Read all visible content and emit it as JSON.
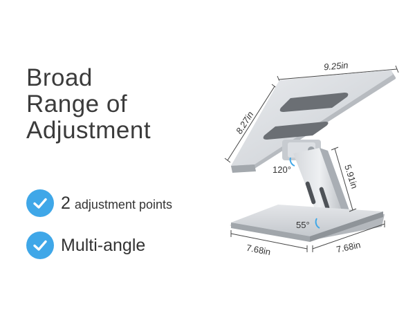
{
  "headline": {
    "line1": "Broad",
    "line2": "Range of",
    "line3": "Adjustment"
  },
  "features": [
    {
      "number": "2",
      "text": "adjustment points"
    },
    {
      "text": "Multi-angle"
    }
  ],
  "dimensions": {
    "top_width": "9.25in",
    "depth": "8.27in",
    "arm_height": "5.91in",
    "base_left": "7.68in",
    "base_right": "7.68in"
  },
  "angles": {
    "upper": "120°",
    "lower": "55°"
  },
  "colors": {
    "check_blue": "#3fa7e8",
    "text_dark": "#3b3b3b",
    "metal_light": "#dfe2e6",
    "metal_mid": "#c5c9ce",
    "metal_dark": "#9ea3a9",
    "slot_dark": "#5a5e63"
  },
  "icons": {
    "check": "checkmark-circle-icon"
  }
}
